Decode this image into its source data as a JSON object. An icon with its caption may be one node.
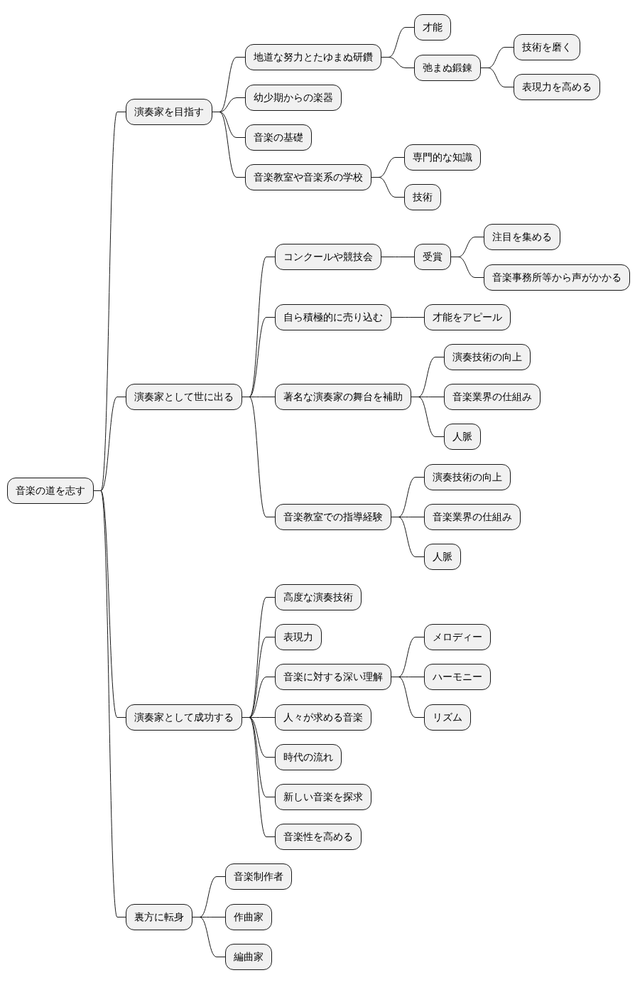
{
  "diagram": {
    "nodes": [
      {
        "text": [
          "音楽の道を志す"
        ]
      },
      {
        "text": [
          "演奏家を目指す"
        ]
      },
      {
        "text": [
          "地道な努力とたゆまぬ研鑽"
        ]
      },
      {
        "text": [
          "才能"
        ]
      },
      {
        "text": [
          "弛まぬ鍛錬"
        ]
      },
      {
        "text": [
          "技術を磨く"
        ]
      },
      {
        "text": [
          "表現力を高める"
        ]
      },
      {
        "text": [
          "幼少期からの楽器"
        ]
      },
      {
        "text": [
          "音楽の基礎"
        ]
      },
      {
        "text": [
          "音楽教室や音楽系の学校"
        ]
      },
      {
        "text": [
          "専門的な知識"
        ]
      },
      {
        "text": [
          "技術"
        ]
      },
      {
        "text": [
          "演奏家として世に出る"
        ]
      },
      {
        "text": [
          "コンクールや競技会"
        ]
      },
      {
        "text": [
          "受賞"
        ]
      },
      {
        "text": [
          "注目を集める"
        ]
      },
      {
        "text": [
          "音楽事務所等から声がかかる"
        ]
      },
      {
        "text": [
          "自ら積極的に売り込む"
        ]
      },
      {
        "text": [
          "才能をアピール"
        ]
      },
      {
        "text": [
          "著名な演奏家の舞台を補助"
        ]
      },
      {
        "text": [
          "演奏技術の向上"
        ]
      },
      {
        "text": [
          "音楽業界の仕組み"
        ]
      },
      {
        "text": [
          "人脈"
        ]
      },
      {
        "text": [
          "音楽教室での指導経験"
        ]
      },
      {
        "text": [
          "演奏技術の向上"
        ]
      },
      {
        "text": [
          "音楽業界の仕組み"
        ]
      },
      {
        "text": [
          "人脈"
        ]
      },
      {
        "text": [
          "演奏家として成功する"
        ]
      },
      {
        "text": [
          "高度な演奏技術"
        ]
      },
      {
        "text": [
          "表現力"
        ]
      },
      {
        "text": [
          "音楽に対する深い理解"
        ]
      },
      {
        "text": [
          "メロディー"
        ]
      },
      {
        "text": [
          "ハーモニー"
        ]
      },
      {
        "text": [
          "リズム"
        ]
      },
      {
        "text": [
          "人々が求める音楽"
        ]
      },
      {
        "text": [
          "時代の流れ"
        ]
      },
      {
        "text": [
          "新しい音楽を探求"
        ]
      },
      {
        "text": [
          "音楽性を高める"
        ]
      },
      {
        "text": [
          "裏方に転身"
        ]
      },
      {
        "text": [
          "音楽制作者"
        ]
      },
      {
        "text": [
          "作曲家"
        ]
      },
      {
        "text": [
          "編曲家"
        ]
      }
    ],
    "edges": [
      {
        "from": 0,
        "to": 1,
        "arrow": "none"
      },
      {
        "from": 1,
        "to": 2,
        "arrow": "none"
      },
      {
        "from": 2,
        "to": 3,
        "arrow": "none"
      },
      {
        "from": 2,
        "to": 4,
        "arrow": "none"
      },
      {
        "from": 4,
        "to": 5,
        "arrow": "none"
      },
      {
        "from": 4,
        "to": 6,
        "arrow": "none"
      },
      {
        "from": 1,
        "to": 7,
        "arrow": "none"
      },
      {
        "from": 1,
        "to": 8,
        "arrow": "none"
      },
      {
        "from": 1,
        "to": 9,
        "arrow": "none"
      },
      {
        "from": 9,
        "to": 10,
        "arrow": "none"
      },
      {
        "from": 9,
        "to": 11,
        "arrow": "none"
      },
      {
        "from": 0,
        "to": 12,
        "arrow": "none"
      },
      {
        "from": 12,
        "to": 13,
        "arrow": "none"
      },
      {
        "from": 13,
        "to": 14,
        "arrow": "none"
      },
      {
        "from": 14,
        "to": 15,
        "arrow": "none"
      },
      {
        "from": 14,
        "to": 16,
        "arrow": "none"
      },
      {
        "from": 12,
        "to": 17,
        "arrow": "none"
      },
      {
        "from": 17,
        "to": 18,
        "arrow": "none"
      },
      {
        "from": 12,
        "to": 19,
        "arrow": "none"
      },
      {
        "from": 19,
        "to": 20,
        "arrow": "none"
      },
      {
        "from": 19,
        "to": 21,
        "arrow": "none"
      },
      {
        "from": 19,
        "to": 22,
        "arrow": "none"
      },
      {
        "from": 12,
        "to": 23,
        "arrow": "none"
      },
      {
        "from": 23,
        "to": 24,
        "arrow": "none"
      },
      {
        "from": 23,
        "to": 25,
        "arrow": "none"
      },
      {
        "from": 23,
        "to": 26,
        "arrow": "none"
      },
      {
        "from": 0,
        "to": 27,
        "arrow": "none"
      },
      {
        "from": 27,
        "to": 28,
        "arrow": "none"
      },
      {
        "from": 27,
        "to": 29,
        "arrow": "none"
      },
      {
        "from": 27,
        "to": 30,
        "arrow": "none"
      },
      {
        "from": 30,
        "to": 31,
        "arrow": "none"
      },
      {
        "from": 30,
        "to": 32,
        "arrow": "none"
      },
      {
        "from": 30,
        "to": 33,
        "arrow": "none"
      },
      {
        "from": 27,
        "to": 34,
        "arrow": "none"
      },
      {
        "from": 27,
        "to": 35,
        "arrow": "none"
      },
      {
        "from": 27,
        "to": 36,
        "arrow": "none"
      },
      {
        "from": 27,
        "to": 37,
        "arrow": "none"
      },
      {
        "from": 0,
        "to": 38,
        "arrow": "none"
      },
      {
        "from": 38,
        "to": 39,
        "arrow": "none"
      },
      {
        "from": 38,
        "to": 40,
        "arrow": "none"
      },
      {
        "from": 38,
        "to": 41,
        "arrow": "none"
      }
    ]
  }
}
